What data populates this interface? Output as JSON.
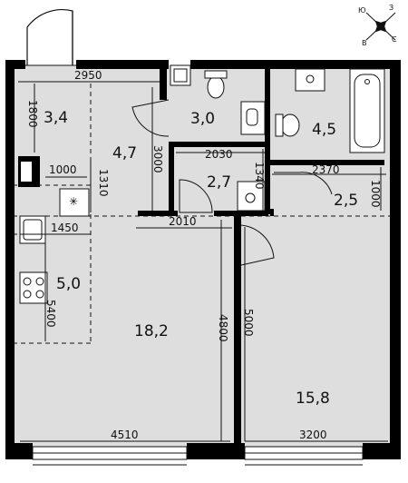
{
  "compass": {
    "north": "Ю",
    "east": "З",
    "south": "С",
    "west": "В"
  },
  "rooms": [
    {
      "id": "hall",
      "area": "3,4"
    },
    {
      "id": "corridor",
      "area": "4,7"
    },
    {
      "id": "bathroom",
      "area": "3,0"
    },
    {
      "id": "bath2",
      "area": "4,5"
    },
    {
      "id": "storage",
      "area": "2,7"
    },
    {
      "id": "wardrobe",
      "area": "2,5"
    },
    {
      "id": "kitchen",
      "area": "5,0"
    },
    {
      "id": "living",
      "area": "18,2"
    },
    {
      "id": "bedroom",
      "area": "15,8"
    }
  ],
  "dimensions": {
    "top_width": "2950",
    "hall_height": "1800",
    "corridor_height": "3000",
    "storage_width": "2030",
    "storage_height": "1340",
    "bath_width": "2370",
    "wardrobe_height": "1000",
    "niche_width": "1000",
    "niche_height": "1310",
    "kitchen_width": "1450",
    "kitchen_length": "5400",
    "living_width_top": "2010",
    "living_height": "4800",
    "bedroom_height": "5000",
    "bottom_left": "4510",
    "bottom_right": "3200"
  },
  "colors": {
    "floor": "#dedede",
    "wall": "#000000",
    "dim_line": "#111111"
  }
}
